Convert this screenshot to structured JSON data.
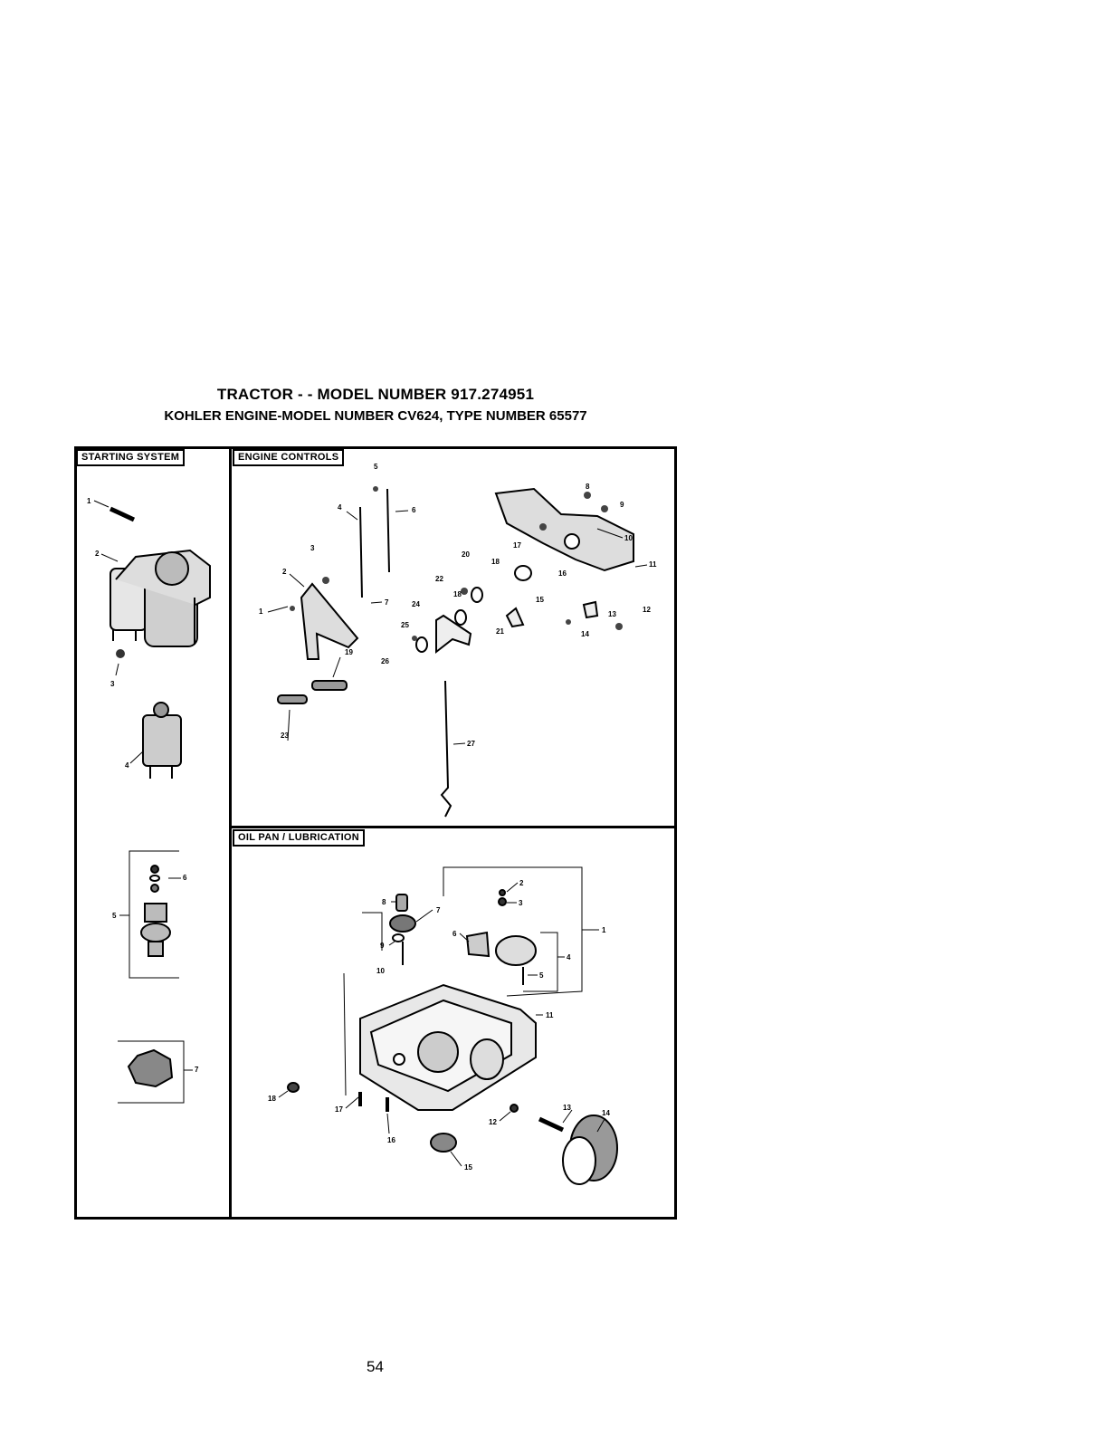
{
  "header": {
    "line1": "TRACTOR - - MODEL NUMBER 917.274951",
    "line2": "KOHLER ENGINE-MODEL NUMBER CV624, TYPE NUMBER 65577"
  },
  "sections": {
    "starting": {
      "label": "STARTING SYSTEM",
      "callouts": [
        "1",
        "2",
        "3",
        "4",
        "5",
        "6",
        "7"
      ]
    },
    "engine": {
      "label": "ENGINE CONTROLS",
      "callouts": [
        "1",
        "2",
        "3",
        "4",
        "5",
        "6",
        "7",
        "8",
        "9",
        "10",
        "11",
        "12",
        "13",
        "14",
        "15",
        "16",
        "17",
        "18",
        "18",
        "19",
        "20",
        "21",
        "22",
        "23",
        "24",
        "25",
        "26",
        "27"
      ]
    },
    "oil": {
      "label": "OIL PAN / LUBRICATION",
      "callouts": [
        "1",
        "2",
        "3",
        "4",
        "5",
        "6",
        "7",
        "8",
        "9",
        "10",
        "11",
        "12",
        "13",
        "14",
        "15",
        "16",
        "17",
        "18"
      ]
    }
  },
  "footer": {
    "page_number": "54"
  }
}
